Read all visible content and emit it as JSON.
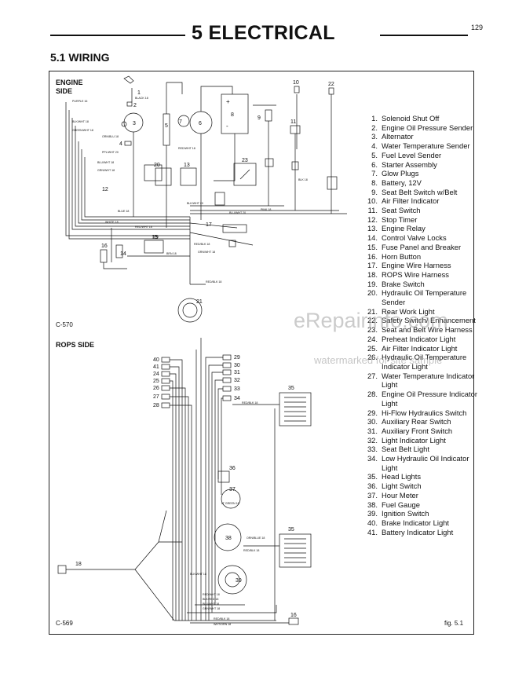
{
  "page": {
    "number": "129",
    "title": "5 ELECTRICAL",
    "section": "5.1 WIRING",
    "engine_label": "ENGINE SIDE",
    "rops_label": "ROPS SIDE",
    "code_engine": "C-570",
    "code_rops": "C-569",
    "figure": "fig. 5.1"
  },
  "watermark": {
    "main": "eRepairinfo.com",
    "sub": "watermarked for site sample"
  },
  "legend": [
    {
      "n": "1.",
      "t": "Solenoid Shut Off"
    },
    {
      "n": "2.",
      "t": "Engine Oil Pressure Sender"
    },
    {
      "n": "3.",
      "t": "Alternator"
    },
    {
      "n": "4.",
      "t": "Water Temperature Sender"
    },
    {
      "n": "5.",
      "t": "Fuel Level Sender"
    },
    {
      "n": "6.",
      "t": "Starter Assembly"
    },
    {
      "n": "7.",
      "t": "Glow Plugs"
    },
    {
      "n": "8.",
      "t": "Battery, 12V"
    },
    {
      "n": "9.",
      "t": "Seat Belt Switch w/Belt"
    },
    {
      "n": "10.",
      "t": "Air Filter Indicator"
    },
    {
      "n": "11.",
      "t": "Seat Switch"
    },
    {
      "n": "12.",
      "t": "Stop Timer"
    },
    {
      "n": "13.",
      "t": "Engine Relay"
    },
    {
      "n": "14.",
      "t": "Control Valve Locks"
    },
    {
      "n": "15.",
      "t": "Fuse Panel and Breaker"
    },
    {
      "n": "16.",
      "t": "Horn Button"
    },
    {
      "n": "17.",
      "t": "Engine Wire Harness"
    },
    {
      "n": "18.",
      "t": "ROPS Wire Harness"
    },
    {
      "n": "19.",
      "t": "Brake Switch"
    },
    {
      "n": "20.",
      "t": "Hydraulic Oil Temperature Sender"
    },
    {
      "n": "21.",
      "t": "Rear Work Light"
    },
    {
      "n": "22.",
      "t": "Safety Switch/ Enhancement"
    },
    {
      "n": "23.",
      "t": "Seat and Belt Wire Harness"
    },
    {
      "n": "24.",
      "t": "Preheat Indicator Light"
    },
    {
      "n": "25.",
      "t": "Air Filter Indicator Light"
    },
    {
      "n": "26.",
      "t": "Hydraulic Oil Temperature Indicator Light"
    },
    {
      "n": "27.",
      "t": "Water Temperature Indicator Light"
    },
    {
      "n": "28.",
      "t": "Engine Oil Pressure Indicator Light"
    },
    {
      "n": "29.",
      "t": "Hi-Flow Hydraulics Switch"
    },
    {
      "n": "30.",
      "t": "Auxiliary Rear Switch"
    },
    {
      "n": "31.",
      "t": "Auxiliary Front Switch"
    },
    {
      "n": "32.",
      "t": "Light Indicator Light"
    },
    {
      "n": "33.",
      "t": "Seat Belt Light"
    },
    {
      "n": "34.",
      "t": "Low Hydraulic Oil Indicator Light"
    },
    {
      "n": "35.",
      "t": "Head Lights"
    },
    {
      "n": "36.",
      "t": "Light Switch"
    },
    {
      "n": "37.",
      "t": "Hour Meter"
    },
    {
      "n": "38.",
      "t": "Fuel Gauge"
    },
    {
      "n": "39.",
      "t": "Ignition Switch"
    },
    {
      "n": "40.",
      "t": "Brake Indicator Light"
    },
    {
      "n": "41.",
      "t": "Battery Indicator Light"
    }
  ],
  "diagram": {
    "engine_callouts": [
      "1",
      "2",
      "3",
      "4",
      "5",
      "6",
      "7",
      "8",
      "9",
      "10",
      "11",
      "12",
      "13",
      "14",
      "15",
      "16",
      "17",
      "19",
      "20",
      "21",
      "22",
      "23"
    ],
    "rops_callouts_left": [
      "40",
      "41",
      "24",
      "25",
      "26",
      "27",
      "28"
    ],
    "rops_callouts_right": [
      "29",
      "30",
      "31",
      "32",
      "33",
      "34"
    ],
    "rops_other": [
      "35",
      "35",
      "36",
      "37",
      "38",
      "39",
      "18",
      "16"
    ],
    "wire_labels_engine": [
      "PURPLE 16",
      "BLACK 18",
      "BLK/WHT 18",
      "GREEN/WHT 18",
      "ORN/BLU 18",
      "PPL/WHT 20",
      "RED/WHT 18",
      "BLU/WHT 18",
      "GRN/WHT 18",
      "BLUE 18",
      "WHITE 18",
      "BLK/WHT 20",
      "RED/BLK 18",
      "BRN 18",
      "GRN/WHT 18",
      "PINK 18",
      "BLU/WHT 20",
      "RED/WHT 18",
      "RED/BLK 18",
      "BLK 18"
    ],
    "wire_labels_rops": [
      "RED/BLK 18",
      "LT GREEN 18",
      "ORN/BLUE 18",
      "RED/BLK 18",
      "BLK/WHT 18",
      "RED/WHT 18",
      "BLK/RED 18",
      "BLU/WHT 18",
      "GRN/WHT 18",
      "RED/BLK 18",
      "WHT/ORN 18"
    ]
  }
}
